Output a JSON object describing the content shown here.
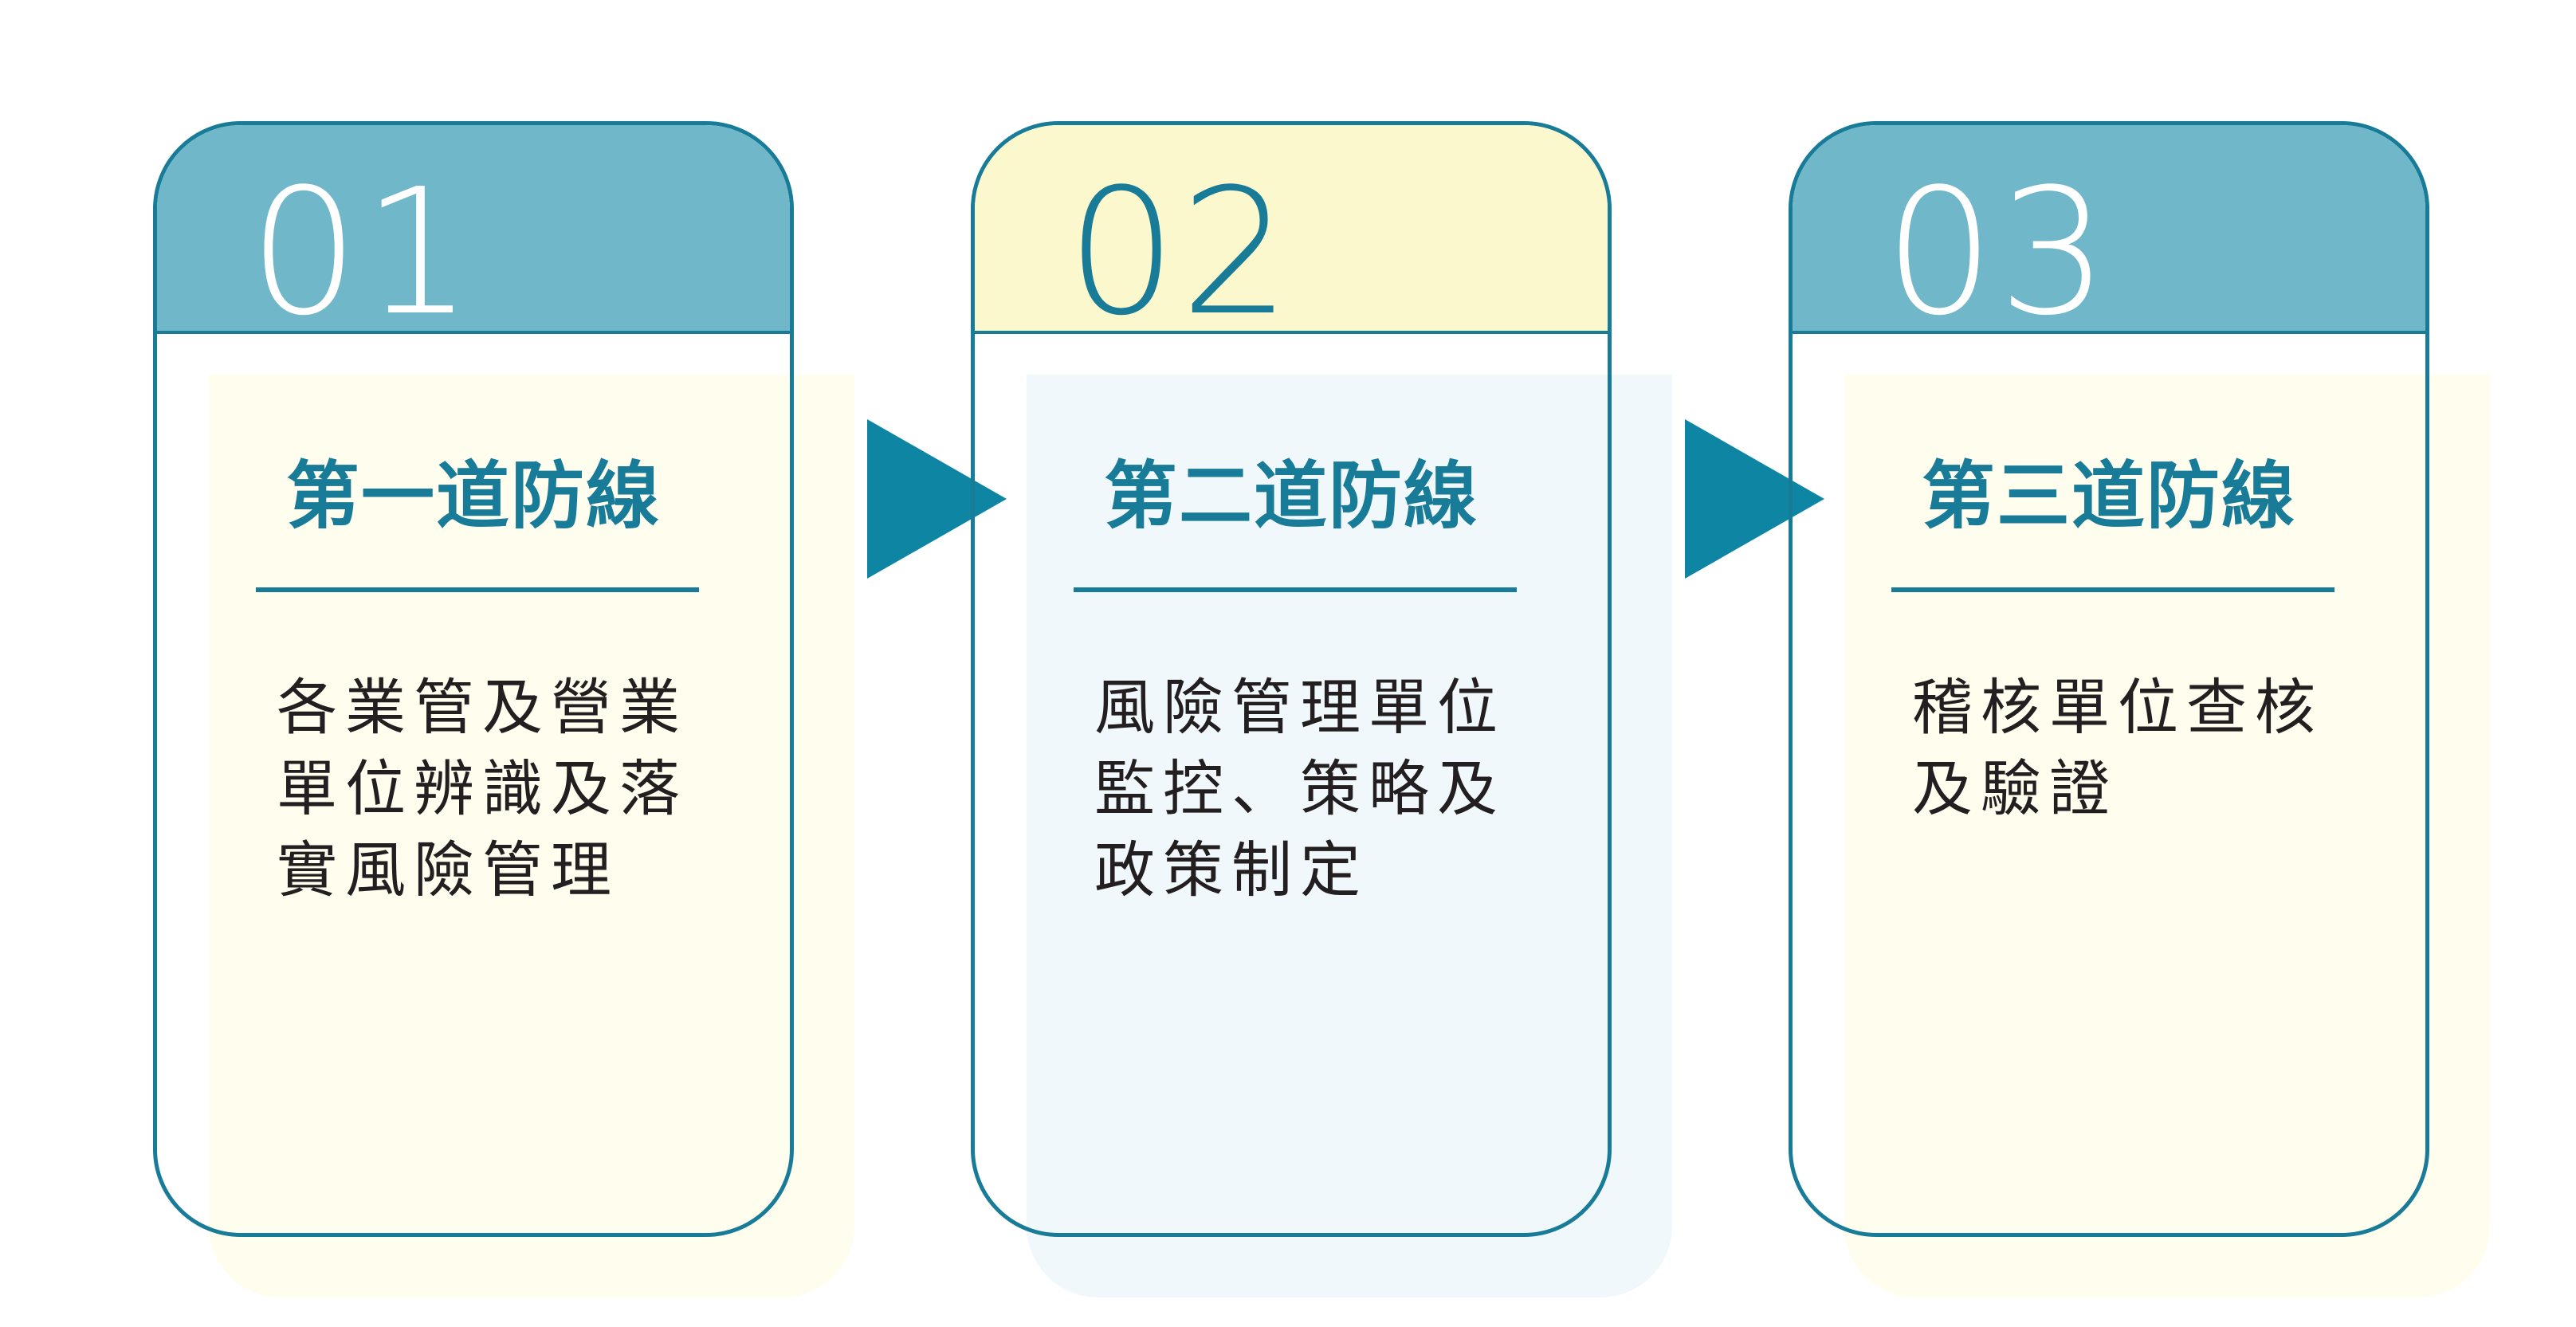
{
  "colors": {
    "border": "#187c98",
    "arrow": "#0e86a3",
    "header_blue": "#6fb7c9",
    "header_yellow": "#fcf8cd",
    "panel_yellow": "#fefdee",
    "panel_blue": "#f0f8fc",
    "text_dark": "#231f20"
  },
  "cards": [
    {
      "number": "01",
      "title": "第一道防線",
      "description": "各業管及營業\n單位辨識及落\n實風險管理"
    },
    {
      "number": "02",
      "title": "第二道防線",
      "description": "風險管理單位\n監控、策略及\n政策制定"
    },
    {
      "number": "03",
      "title": "第三道防線",
      "description": "稽核單位查核\n及驗證"
    }
  ]
}
